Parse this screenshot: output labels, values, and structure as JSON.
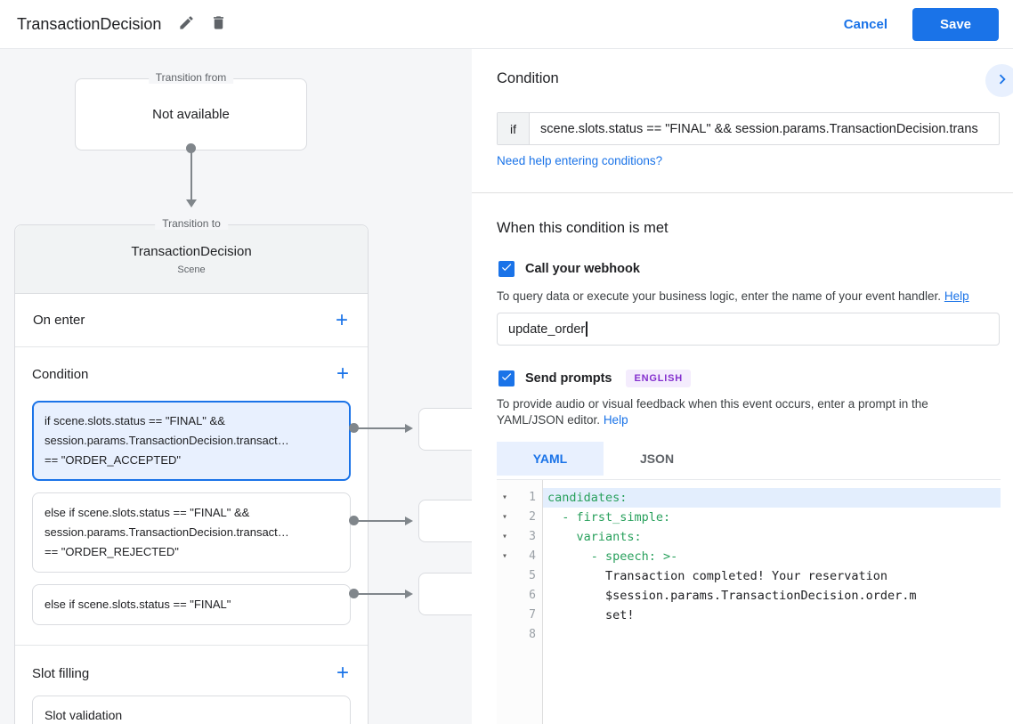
{
  "colors": {
    "accent": "#1a73e8",
    "selection_bg": "#e8f0fe",
    "badge_bg": "#f4ecfd",
    "badge_text": "#8430ce",
    "code_key_green": "#28a05c",
    "canvas_bg": "#f5f6f8"
  },
  "icons": {
    "edit": "pencil-icon",
    "delete": "trash-icon",
    "chevron_right": "chevron-right-icon",
    "checkmark": "check-icon",
    "plus": "+",
    "fold": "▾"
  },
  "topbar": {
    "title": "TransactionDecision",
    "cancel_label": "Cancel",
    "save_label": "Save"
  },
  "canvas": {
    "transition_from": {
      "label": "Transition from",
      "content": "Not available"
    },
    "transition_to": {
      "label": "Transition to",
      "title": "TransactionDecision",
      "subtitle": "Scene"
    },
    "sections": {
      "on_enter": "On enter",
      "condition": "Condition",
      "slot_filling": "Slot filling"
    },
    "conditions": [
      {
        "lines": [
          "if scene.slots.status == \"FINAL\" &&",
          "session.params.TransactionDecision.transact…",
          "== \"ORDER_ACCEPTED\""
        ]
      },
      {
        "lines": [
          "else if scene.slots.status == \"FINAL\" &&",
          "session.params.TransactionDecision.transact…",
          "== \"ORDER_REJECTED\""
        ]
      },
      {
        "lines": [
          "else if scene.slots.status == \"FINAL\""
        ]
      }
    ],
    "slot_card": "Slot validation"
  },
  "panel": {
    "title": "Condition",
    "if_label": "if",
    "if_value": "scene.slots.status == \"FINAL\" && session.params.TransactionDecision.trans",
    "help_link": "Need help entering conditions?",
    "when_title": "When this condition is met",
    "webhook": {
      "label": "Call your webhook",
      "desc": "To query data or execute your business logic, enter the name of your event handler.",
      "help": "Help",
      "value": "update_order"
    },
    "prompts": {
      "label": "Send prompts",
      "badge": "ENGLISH",
      "desc": "To provide audio or visual feedback when this event occurs, enter a prompt in the YAML/JSON editor.",
      "help": "Help"
    },
    "tabs": {
      "yaml": "YAML",
      "json": "JSON"
    },
    "editor": {
      "lines": [
        {
          "n": "1",
          "text": "candidates:"
        },
        {
          "n": "2",
          "text": "  - first_simple:"
        },
        {
          "n": "3",
          "text": "    variants:"
        },
        {
          "n": "4",
          "text": "      - speech: >-"
        },
        {
          "n": "5",
          "text": "        Transaction completed! Your reservation"
        },
        {
          "n": "6",
          "text": "        $session.params.TransactionDecision.order.m"
        },
        {
          "n": "7",
          "text": "        set!"
        },
        {
          "n": "8",
          "text": ""
        }
      ]
    }
  }
}
